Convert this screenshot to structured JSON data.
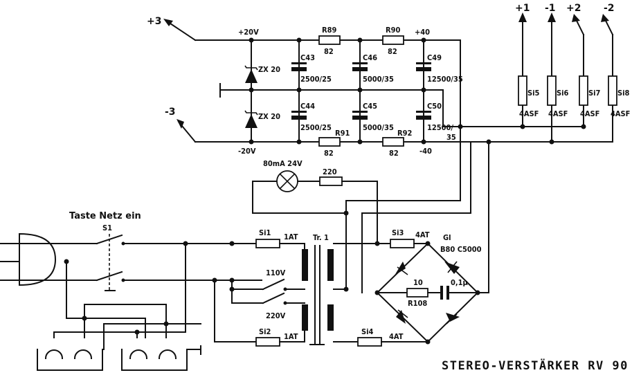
{
  "title": "STEREO-VERSTÄRKER RV 90",
  "terminals": {
    "plus3": "+3",
    "minus3": "-3",
    "plus1": "+1",
    "minus1": "-1",
    "plus2": "+2",
    "minus2": "-2"
  },
  "rails": {
    "plus20": "+20V",
    "minus20": "-20V",
    "plus40": "+40",
    "minus40": "-40"
  },
  "zeners": {
    "z1": "ZX 20",
    "z2": "ZX 20"
  },
  "resistors": {
    "r89": "R89",
    "r89v": "82",
    "r90": "R90",
    "r90v": "82",
    "r91": "R91",
    "r91v": "82",
    "r92": "R92",
    "r92v": "82",
    "r220": "220",
    "r108v": "10",
    "r108": "R108"
  },
  "capacitors": {
    "c43": "C43",
    "c43v": "2500/25",
    "c44": "C44",
    "c44v": "2500/25",
    "c46": "C46",
    "c46v": "5000/35",
    "c45": "C45",
    "c45v": "5000/35",
    "c49": "C49",
    "c49v": "12500/35",
    "c50": "C50",
    "c50v_a": "12500/",
    "c50v_b": "35",
    "c01": "0,1μ"
  },
  "fuses": {
    "si5": "Si5",
    "si6": "Si6",
    "si7": "Si7",
    "si8": "Si8",
    "asf": "4ASF",
    "si1": "Si1",
    "si1v": "1AT",
    "si2": "Si2",
    "si2v": "1AT",
    "si3": "Si3",
    "si3v": "4AT",
    "si4": "Si4",
    "si4v": "4AT"
  },
  "lamp": "80mA 24V",
  "switch": {
    "label": "Taste Netz ein",
    "name": "S1"
  },
  "voltage": {
    "v110": "110V",
    "v220": "220V"
  },
  "transformer": "Tr. 1",
  "rectifier": {
    "gl": "Gl",
    "type": "B80 C5000"
  }
}
